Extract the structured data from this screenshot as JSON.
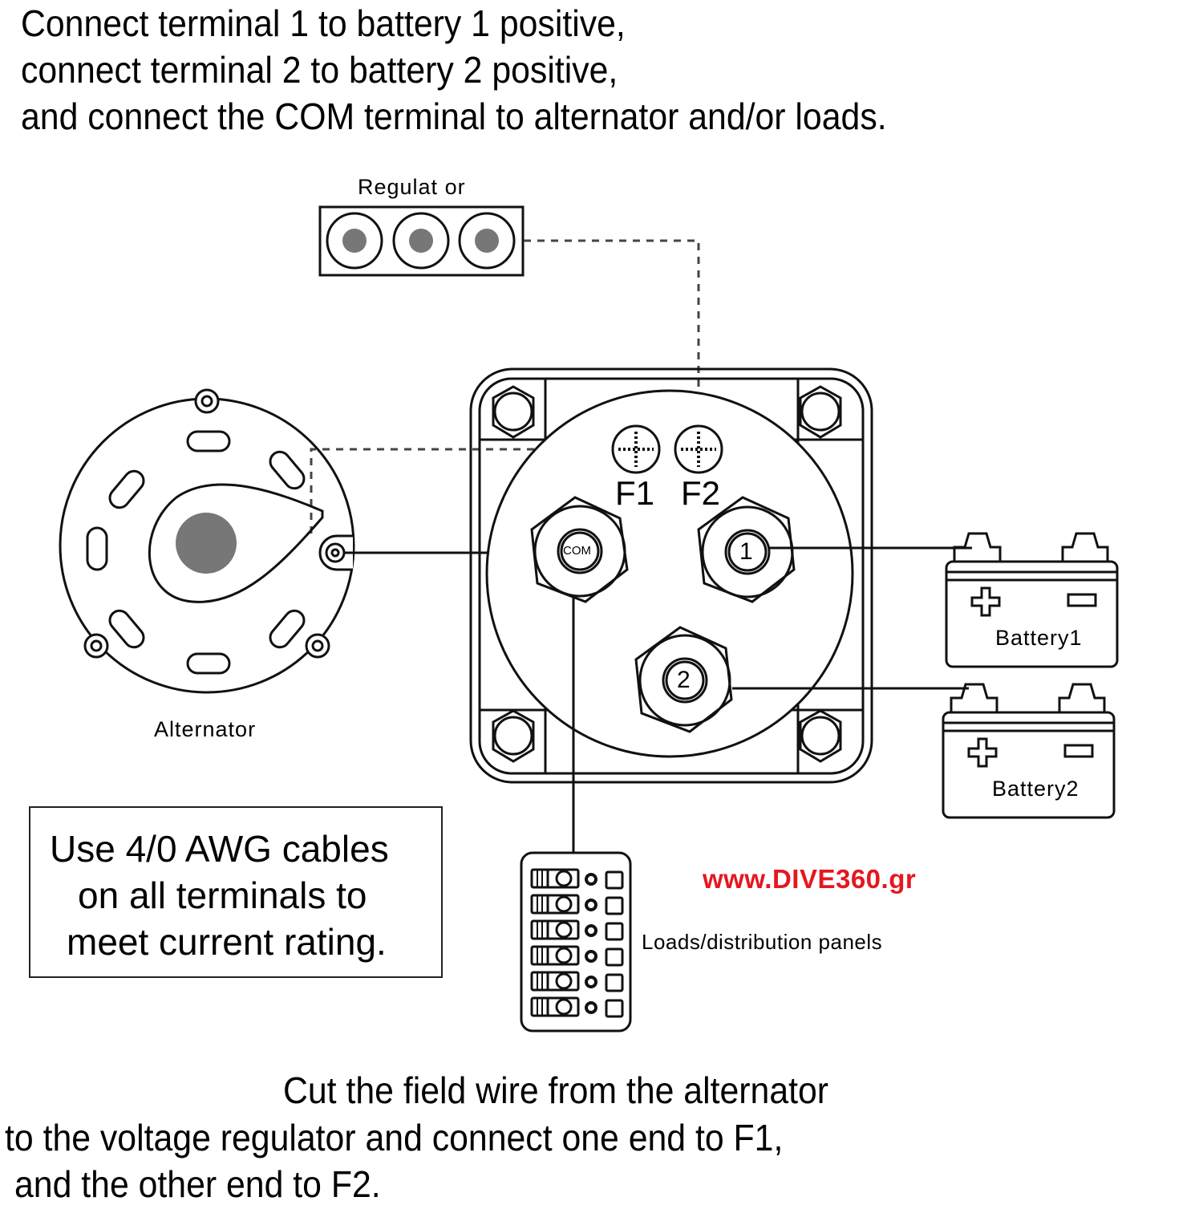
{
  "header": {
    "lines": [
      "Connect terminal 1 to battery 1 positive,",
      "connect terminal 2 to battery 2 positive,",
      "and connect the COM terminal to alternator and/or loads."
    ]
  },
  "regulator": {
    "label": "Regulat or"
  },
  "alternator": {
    "label": "Alternator"
  },
  "switch": {
    "field_terminals": [
      "F1",
      "F2"
    ],
    "terminals": {
      "com": "COM",
      "t1": "1",
      "t2": "2"
    }
  },
  "batteries": [
    {
      "label": "Battery1"
    },
    {
      "label": "Battery2"
    }
  ],
  "loads": {
    "label": "Loads/distribution panels",
    "switch_count": 6
  },
  "note": {
    "lines": [
      "Use 4/0 AWG cables",
      "on all terminals to",
      "meet current rating."
    ]
  },
  "brand": {
    "text": "www.DIVE360.gr",
    "color": "#e5171f"
  },
  "footer": {
    "lines": [
      "Cut the field wire from the alternator",
      "to the voltage regulator and connect one end to F1,",
      "and the other end to F2."
    ]
  },
  "colors": {
    "line": "#111111",
    "dash": "#444444",
    "fill_gray": "#777777"
  }
}
